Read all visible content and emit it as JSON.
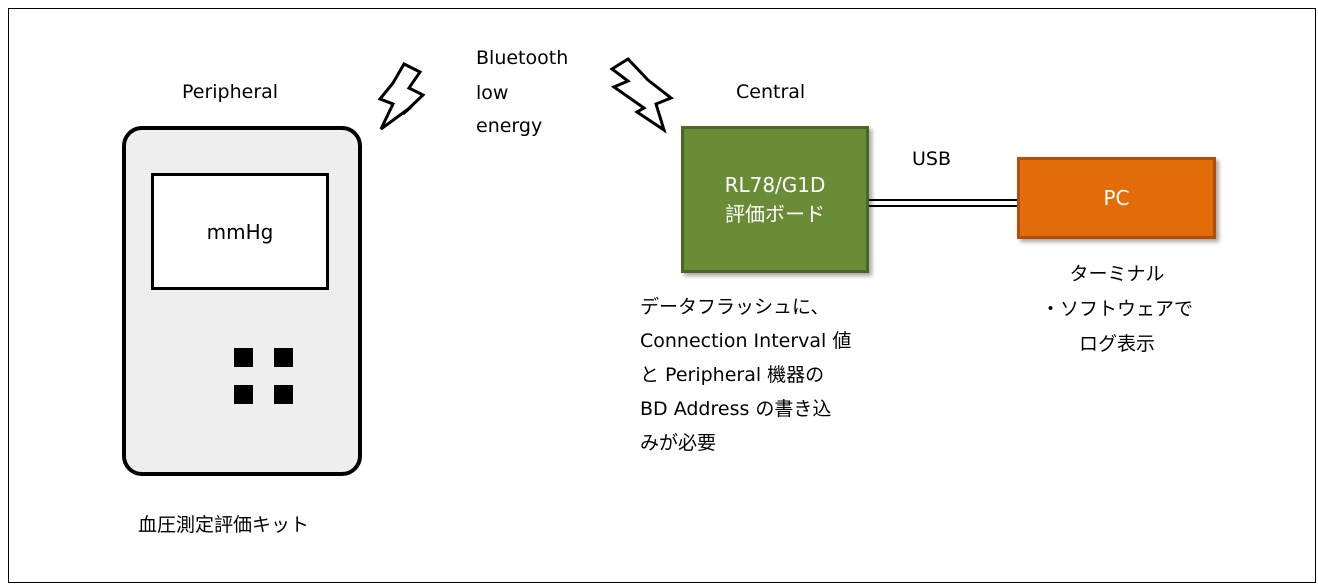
{
  "peripheral": {
    "heading": "Peripheral",
    "screen_label": "mmHg",
    "caption": "血圧測定評価キット"
  },
  "wireless": {
    "label_lines": [
      "Bluetooth",
      "low",
      "energy"
    ]
  },
  "central": {
    "heading": "Central",
    "board_lines": [
      "RL78/G1D",
      "評価ボード"
    ],
    "note_lines": [
      "データフラッシュに、",
      "Connection Interval 値",
      "と Peripheral 機器の",
      "BD Address の書き込",
      "みが必要"
    ]
  },
  "connection": {
    "label": "USB"
  },
  "pc": {
    "label": "PC",
    "caption_lines": [
      "ターミナル",
      "・ソフトウェアで",
      "ログ表示"
    ]
  },
  "colors": {
    "board_fill": "#6a8c37",
    "pc_fill": "#e36c0a"
  }
}
